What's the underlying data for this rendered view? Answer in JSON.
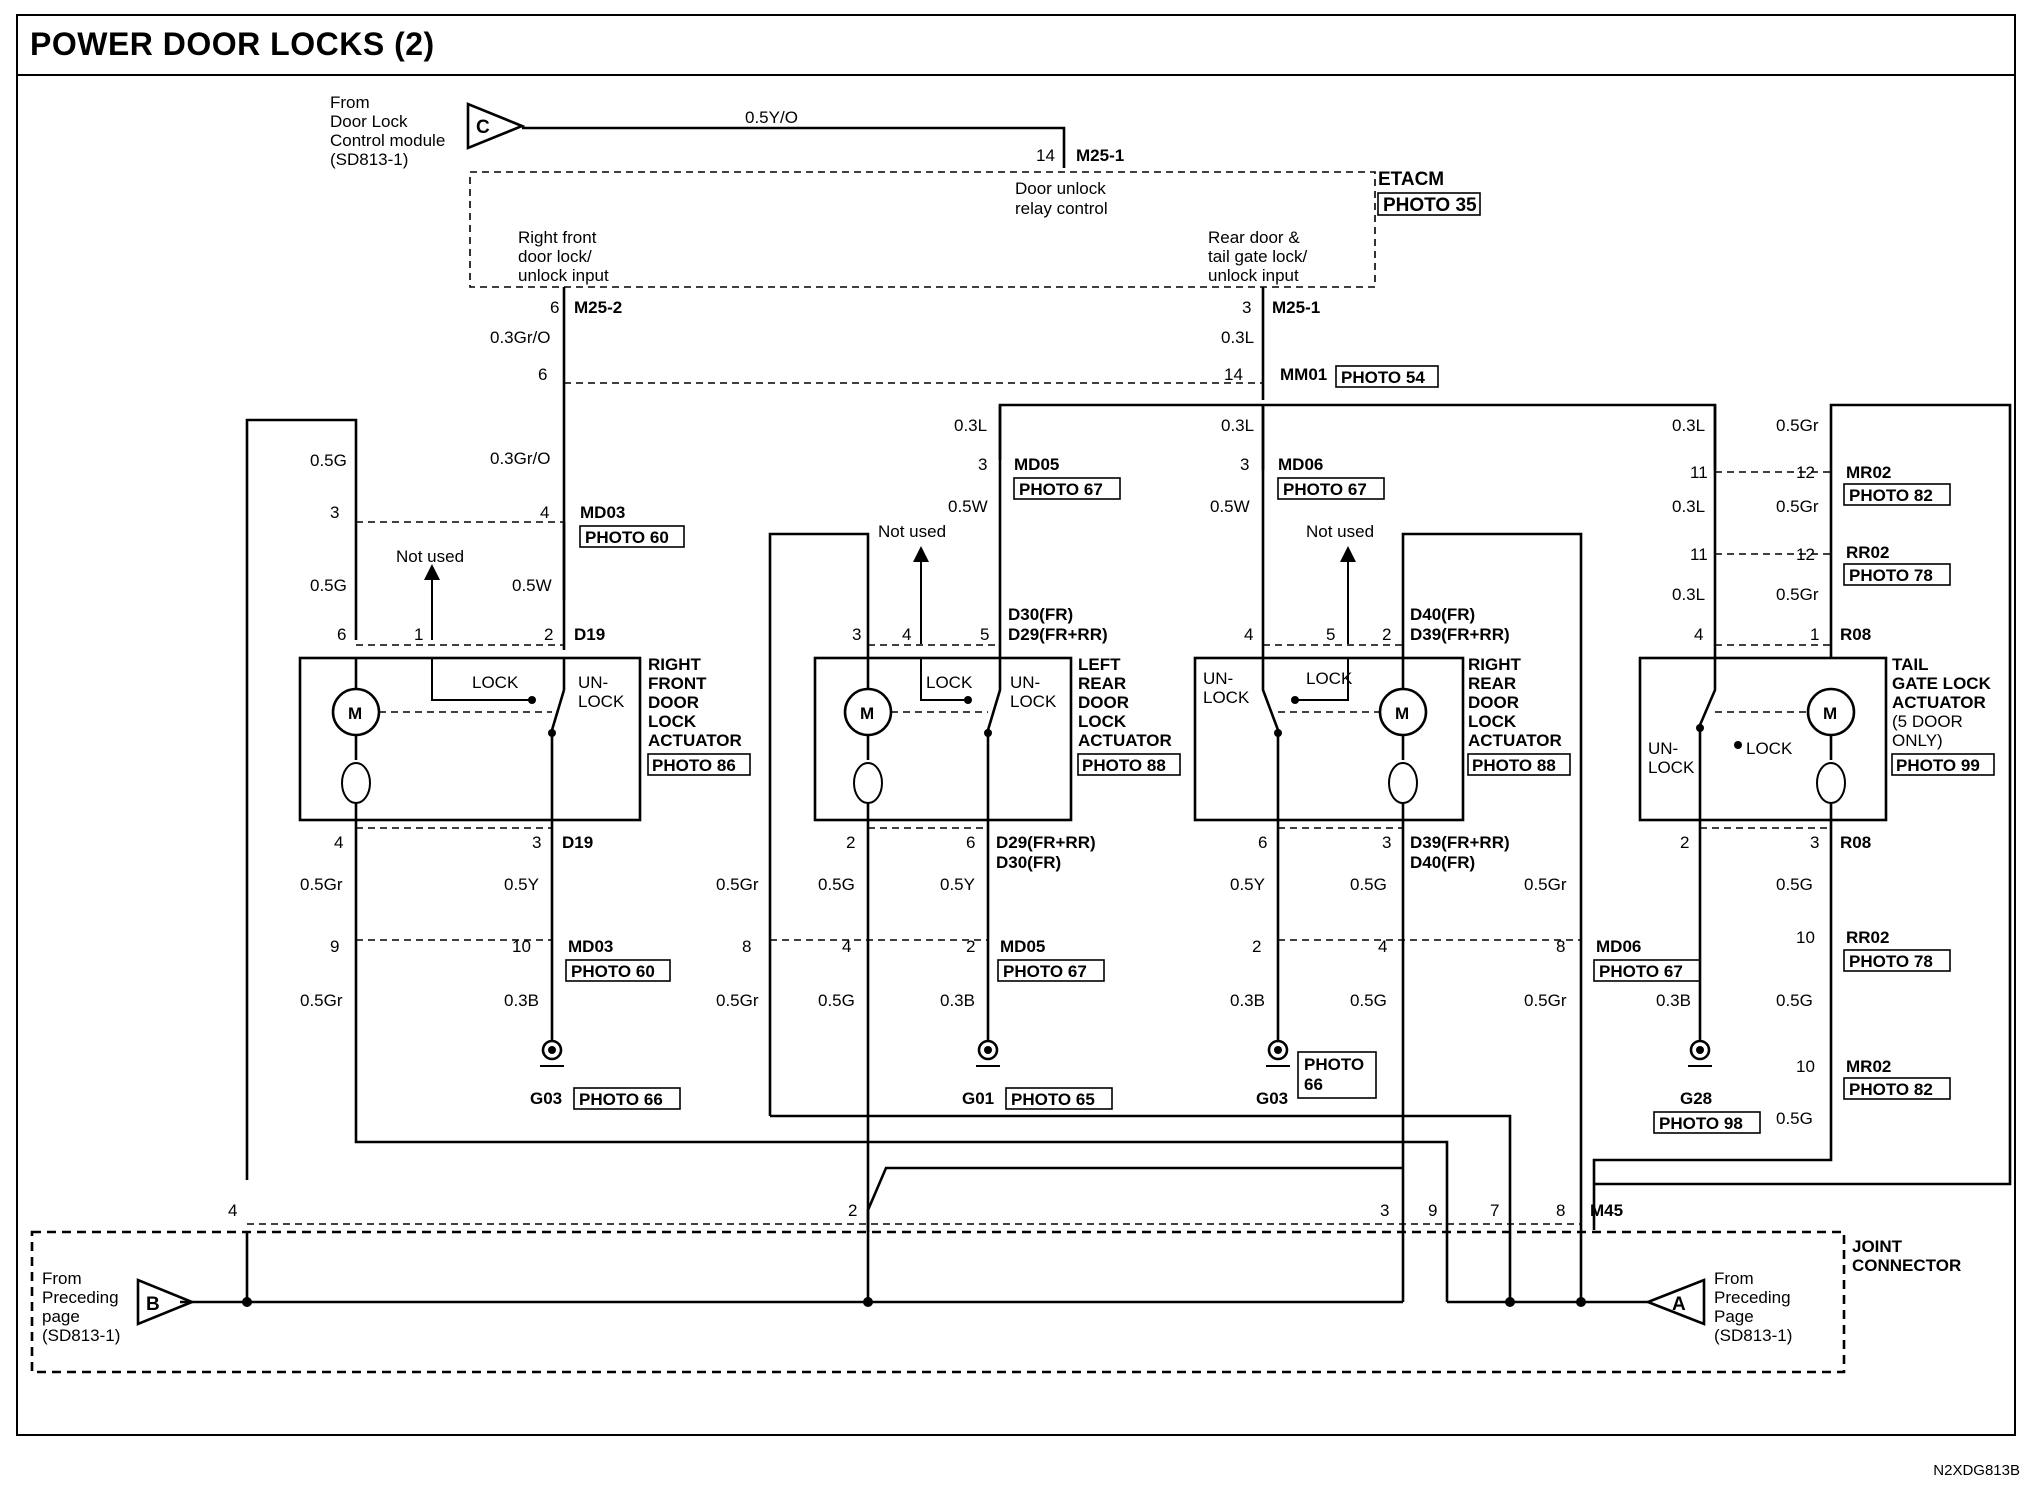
{
  "title": "POWER DOOR LOCKS (2)",
  "doc_code": "N2XDG813B",
  "sources": {
    "c_from": [
      "From",
      "Door Lock",
      "Control module",
      "(SD813-1)"
    ],
    "b_from": [
      "From",
      "Preceding",
      "page",
      "(SD813-1)"
    ],
    "a_from": [
      "From",
      "Preceding",
      "Page",
      "(SD813-1)"
    ],
    "c": "C",
    "b": "B",
    "a": "A"
  },
  "etacm": {
    "name": "ETACM",
    "photo": "PHOTO 35",
    "unlock_ctrl": [
      "Door unlock",
      "relay control"
    ],
    "rf_input": [
      "Right front",
      "door lock/",
      "unlock input"
    ],
    "rear_input": [
      "Rear door &",
      "tail gate lock/",
      "unlock input"
    ]
  },
  "joint": [
    "JOINT",
    "CONNECTOR"
  ],
  "not_used": "Not used",
  "lock": "LOCK",
  "unlock": [
    "UN-",
    "LOCK"
  ],
  "motor": "M",
  "actuators": {
    "rf": [
      "RIGHT",
      "FRONT",
      "DOOR",
      "LOCK",
      "ACTUATOR"
    ],
    "lr": [
      "LEFT",
      "REAR",
      "DOOR",
      "LOCK",
      "ACTUATOR"
    ],
    "rr": [
      "RIGHT",
      "REAR",
      "DOOR",
      "LOCK",
      "ACTUATOR"
    ],
    "tg": [
      "TAIL",
      "GATE LOCK",
      "ACTUATOR",
      "(5 DOOR",
      "ONLY)"
    ]
  },
  "connectors": {
    "m25_1": "M25-1",
    "m25_2": "M25-2",
    "mm01": "MM01",
    "md03": "MD03",
    "md05": "MD05",
    "md06": "MD06",
    "mr02": "MR02",
    "rr02": "RR02",
    "d19": "D19",
    "r08": "R08",
    "m45": "M45",
    "d30fr": "D30(FR)",
    "d29frrr": "D29(FR+RR)",
    "d40fr": "D40(FR)",
    "d39frrr": "D39(FR+RR)",
    "g03": "G03",
    "g01": "G01",
    "g28": "G28"
  },
  "photos": {
    "p54": "PHOTO 54",
    "p67": "PHOTO 67",
    "p82": "PHOTO 82",
    "p60": "PHOTO 60",
    "p78": "PHOTO 78",
    "p86": "PHOTO 86",
    "p88": "PHOTO 88",
    "p99": "PHOTO 99",
    "p66": "PHOTO 66",
    "p65": "PHOTO 65",
    "p98": "PHOTO 98",
    "photo": "PHOTO",
    "n66": "66"
  },
  "wires": {
    "w05yo": "0.5Y/O",
    "w03gro": "0.3Gr/O",
    "w03l": "0.3L",
    "w05g": "0.5G",
    "w05w": "0.5W",
    "w05gr": "0.5Gr",
    "w05y": "0.5Y",
    "w03b": "0.3B"
  },
  "pins": [
    "1",
    "2",
    "3",
    "4",
    "5",
    "6",
    "7",
    "8",
    "9",
    "10",
    "11",
    "12",
    "14"
  ]
}
